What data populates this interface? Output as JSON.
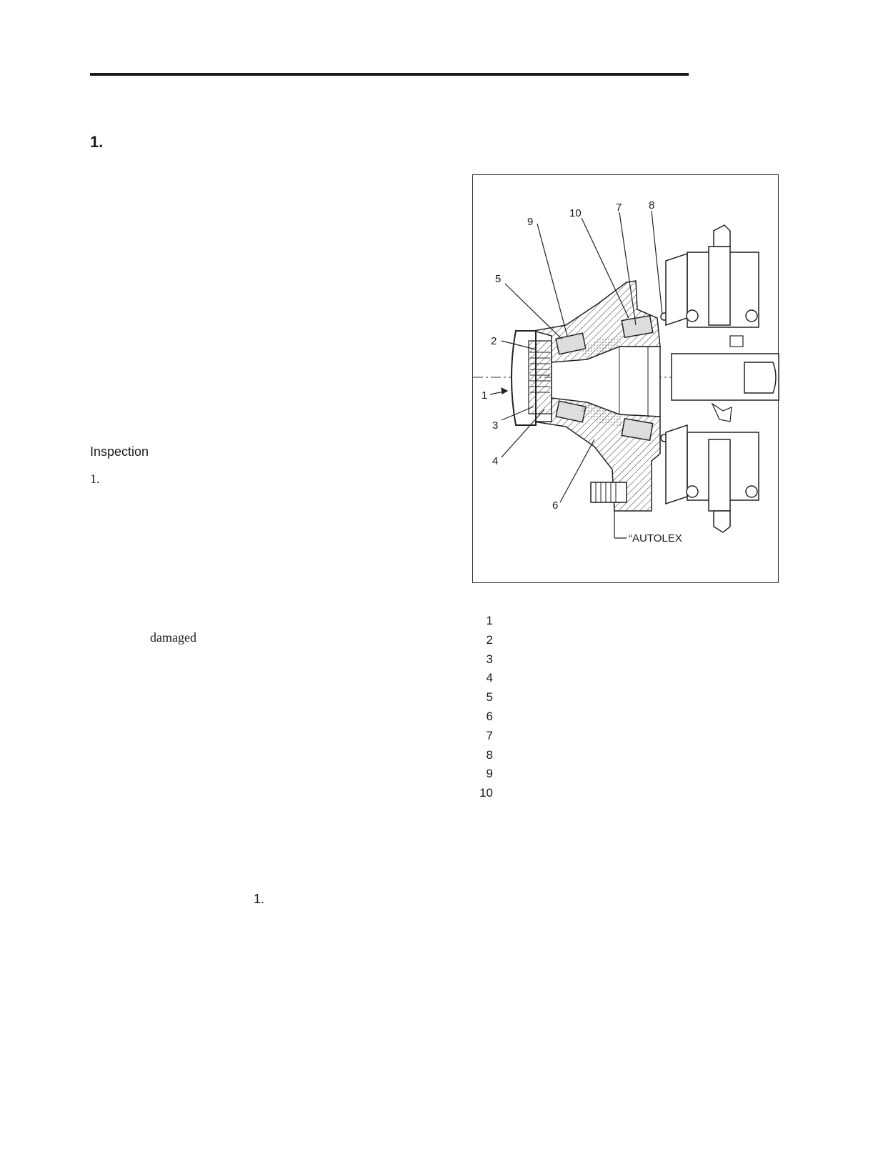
{
  "section_number": "1.",
  "inspection_heading": "Inspection",
  "step_number": "1.",
  "body_word": "damaged",
  "bottom_step": "1.",
  "figure": {
    "callouts": [
      "1",
      "2",
      "3",
      "4",
      "5",
      "6",
      "7",
      "8",
      "9",
      "10"
    ],
    "autolex_label": "“AUTOLEX"
  },
  "legend_numbers": [
    "1",
    "2",
    "3",
    "4",
    "5",
    "6",
    "7",
    "8",
    "9",
    "10"
  ]
}
